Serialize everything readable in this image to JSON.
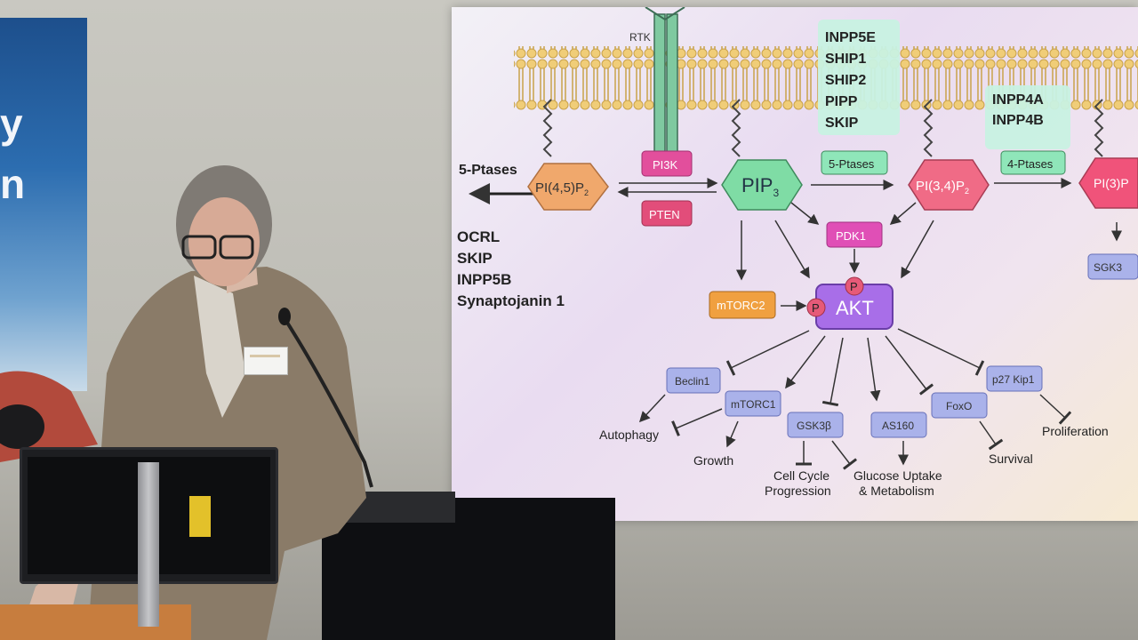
{
  "diagram": {
    "receptor_label": "RTK",
    "membrane_box_1": [
      "INPP5E",
      "SHIP1",
      "SHIP2",
      "PIPP",
      "SKIP"
    ],
    "membrane_box_2": [
      "INPP4A",
      "INPP4B"
    ],
    "five_ptases_left": "5-Ptases",
    "five_ptases_left_list": [
      "OCRL",
      "SKIP",
      "INPP5B",
      "Synaptojanin 1"
    ],
    "nodes": {
      "pi45p2": "PI(4,5)P",
      "pi45p2_sub": "2",
      "pi3k": "PI3K",
      "pten": "PTEN",
      "pip3": "PIP",
      "pip3_sub": "3",
      "five_ptases_mid": "5-Ptases",
      "pi34p2": "PI(3,4)P",
      "pi34p2_sub": "2",
      "four_ptases": "4-Ptases",
      "pi3p": "PI(3)P",
      "pdk1": "PDK1",
      "mtorc2": "mTORC2",
      "akt": "AKT",
      "phospho": "P",
      "sgk3": "SGK3",
      "beclin1": "Beclin1",
      "mtorc1": "mTORC1",
      "gsk3b": "GSK3β",
      "as160": "AS160",
      "foxo": "FoxO",
      "p27kip1": "p27 Kip1"
    },
    "outcomes": {
      "autophagy": "Autophagy",
      "growth": "Growth",
      "cell_cycle_1": "Cell Cycle",
      "cell_cycle_2": "Progression",
      "glucose_1": "Glucose Uptake",
      "glucose_2": "& Metabolism",
      "survival": "Survival",
      "proliferation": "Proliferation"
    }
  },
  "banner": {
    "letter_1": "y",
    "letter_2": "n"
  },
  "colors": {
    "membrane": "#e9c36b",
    "pip3": "#7fdca5",
    "pi45p2": "#f0a86c",
    "pi34p2": "#f06b86",
    "pi3k": "#e24f9c",
    "pten": "#e24d7a",
    "pdk1": "#e04fb6",
    "mtorc2": "#f0a040",
    "akt": "#a86ee8",
    "target": "#aab2ea",
    "aqua_box": "#c8f1e1"
  }
}
